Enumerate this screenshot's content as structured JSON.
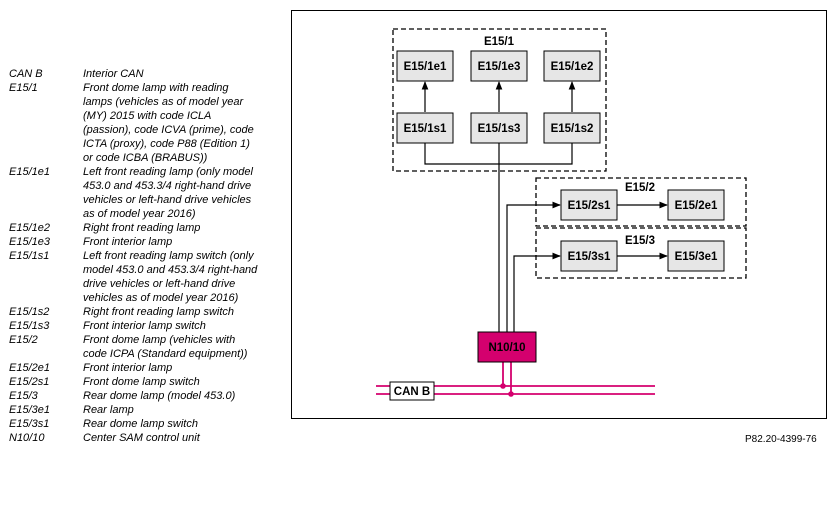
{
  "legend": [
    {
      "code": "CAN B",
      "desc": "Interior CAN"
    },
    {
      "code": "E15/1",
      "desc": "Front dome lamp with reading lamps (vehicles as of model year (MY) 2015 with code ICLA (passion), code ICVA (prime), code ICTA (proxy), code P88 (Edition 1) or code ICBA (BRABUS))"
    },
    {
      "code": "E15/1e1",
      "desc": "Left front reading lamp (only model 453.0 and 453.3/4 right-hand drive vehicles or left-hand drive vehicles as of model year 2016)"
    },
    {
      "code": "E15/1e2",
      "desc": "Right front reading lamp"
    },
    {
      "code": "E15/1e3",
      "desc": "Front interior lamp"
    },
    {
      "code": "E15/1s1",
      "desc": "Left front reading lamp switch (only model 453.0 and 453.3/4 right-hand drive vehicles or left-hand drive vehicles as of model year 2016)"
    },
    {
      "code": "E15/1s2",
      "desc": "Right front reading lamp switch"
    },
    {
      "code": "E15/1s3",
      "desc": "Front interior lamp switch"
    },
    {
      "code": "E15/2",
      "desc": "Front dome lamp (vehicles with code ICPA (Standard equipment))"
    },
    {
      "code": "E15/2e1",
      "desc": "Front interior lamp"
    },
    {
      "code": "E15/2s1",
      "desc": "Front dome lamp switch"
    },
    {
      "code": "E15/3",
      "desc": "Rear dome lamp (model 453.0)"
    },
    {
      "code": "E15/3e1",
      "desc": "Rear lamp"
    },
    {
      "code": "E15/3s1",
      "desc": "Rear dome lamp switch"
    },
    {
      "code": "N10/10",
      "desc": "Center SAM control unit"
    }
  ],
  "diagram": {
    "groups": {
      "e15_1": "E15/1",
      "e15_2": "E15/2",
      "e15_3": "E15/3"
    },
    "nodes": {
      "e15_1e1": "E15/1e1",
      "e15_1e3": "E15/1e3",
      "e15_1e2": "E15/1e2",
      "e15_1s1": "E15/1s1",
      "e15_1s3": "E15/1s3",
      "e15_1s2": "E15/1s2",
      "e15_2s1": "E15/2s1",
      "e15_2e1": "E15/2e1",
      "e15_3s1": "E15/3s1",
      "e15_3e1": "E15/3e1",
      "n10_10": "N10/10",
      "can_b": "CAN B"
    },
    "colors": {
      "control_unit": "#d4006e",
      "bus": "#d4006e",
      "node_fill": "#e6e6e6"
    }
  },
  "reference_code": "P82.20-4399-76"
}
